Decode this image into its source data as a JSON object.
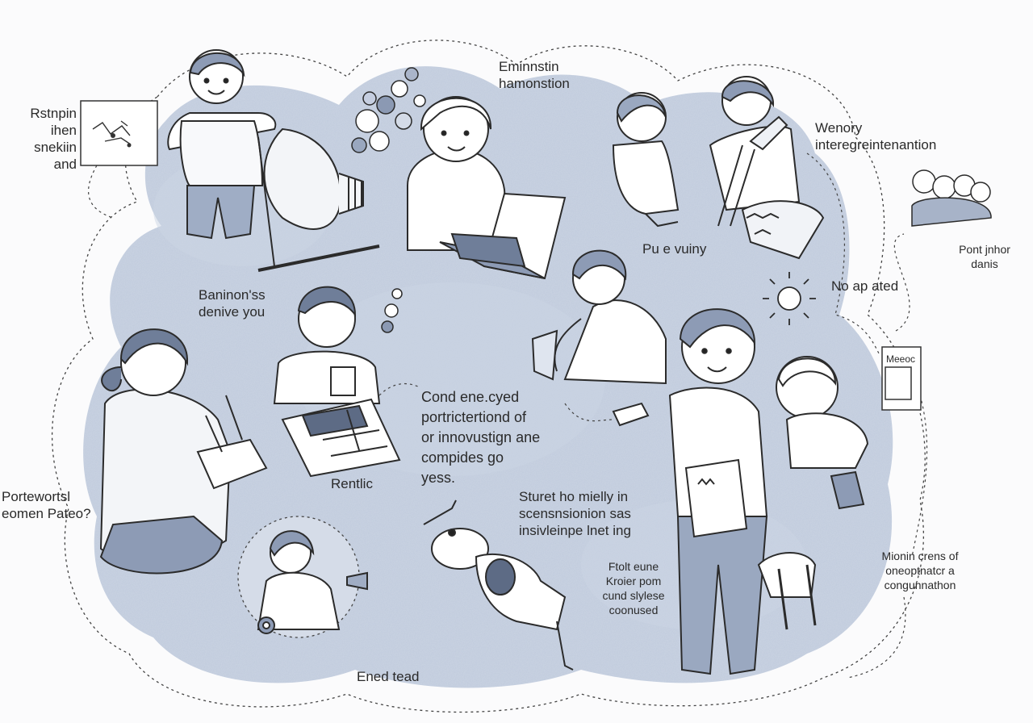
{
  "colors": {
    "blob": "#bac6da",
    "blob_light": "#cfd8e6",
    "ink": "#2b2b2b",
    "fill_blue": "#a5b2c9",
    "paper": "#ffffff"
  },
  "labels": {
    "top_left": "Rstnpin\nihen\nsnekiin\nand",
    "top_center": "Eminnstin\nhamonstion",
    "top_right": "Wenory\ninteregreintenantion",
    "far_right": "Pont jnhor\ndanis",
    "center_right_small": "Pu e vuiny",
    "sun_label": "No ap ated",
    "left_center": "Baninon'ss\ndenive you",
    "center_main": "Cond ene.cyed\nportrictertiond of\nor innovustign ane\ncompides go\nyess.",
    "center_lower": "Rentlic",
    "left_lower": "Portewortsl\neomen Pateo?",
    "lower_center_right": "Sturet ho mielly in\nscensnsionion sas\ninsivleinpe lnet ing",
    "lower_small": "Ftolt eune\nKroier pom\ncund slylese\ncoonused",
    "right_lower": "Mionin crens of\noneoptnatcr a\ncongunnathon",
    "bottom": "Ened tead",
    "note_card": "Meeoc"
  },
  "icons": {
    "sun": "sun-icon",
    "bubbles": "bubble-icon",
    "laptop": "laptop-icon",
    "pencil": "pencil-icon",
    "crowd": "crowd-icon",
    "card": "note-card-icon"
  }
}
